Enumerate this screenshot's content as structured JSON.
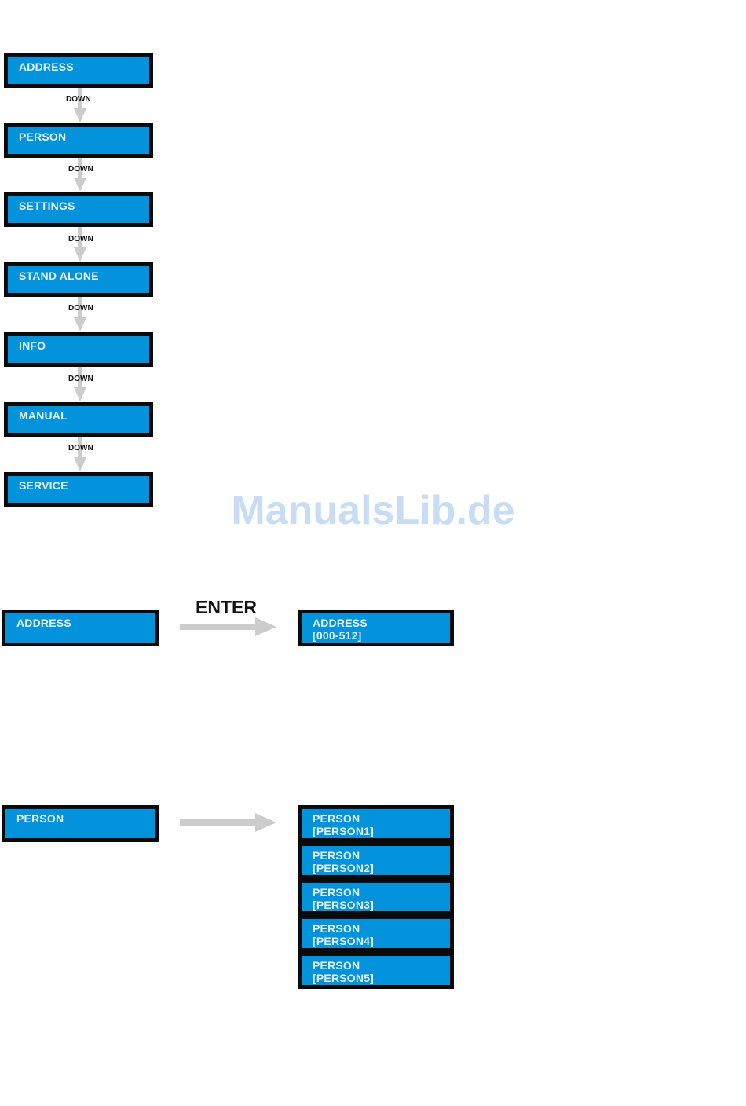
{
  "main_menu": [
    {
      "label": "ADDRESS"
    },
    {
      "label": "PERSON"
    },
    {
      "label": "SETTINGS"
    },
    {
      "label": "STAND ALONE"
    },
    {
      "label": "INFO"
    },
    {
      "label": "MANUAL"
    },
    {
      "label": "SERVICE"
    }
  ],
  "down_label": "DOWN",
  "watermark": "ManualsLib.de",
  "address_flow": {
    "source_label": "ADDRESS",
    "arrow_label": "ENTER",
    "result": {
      "line1": "ADDRESS",
      "line2": "[000-512]"
    }
  },
  "person_flow": {
    "source_label": "PERSON",
    "results": [
      {
        "line1": "PERSON",
        "line2": "[PERSON1]"
      },
      {
        "line1": "PERSON",
        "line2": "[PERSON2]"
      },
      {
        "line1": "PERSON",
        "line2": "[PERSON3]"
      },
      {
        "line1": "PERSON",
        "line2": "[PERSON4]"
      },
      {
        "line1": "PERSON",
        "line2": "[PERSON5]"
      }
    ]
  },
  "colors": {
    "lcd_background": "#0392dc",
    "lcd_border": "#0a0a0a",
    "lcd_text": "#e4f3fb",
    "arrow": "#cccccc",
    "watermark": "#c8ddf3"
  }
}
